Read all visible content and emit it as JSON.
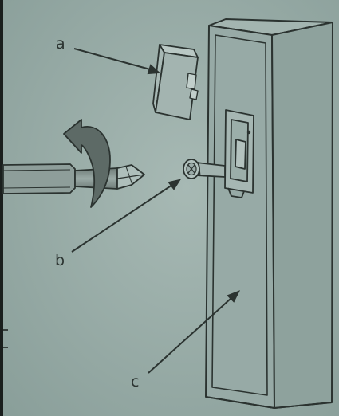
{
  "labels": {
    "a": "a",
    "b": "b",
    "c": "c"
  },
  "colors": {
    "paper": "#8fa4a0",
    "paper_light": "#a9bbb6",
    "ink": "#2b3330",
    "arrow_shade": "#5d6a66",
    "left_edge": "#1a1f1d"
  },
  "icons": {
    "rotation_arrow": "curved-arrow-icon"
  }
}
